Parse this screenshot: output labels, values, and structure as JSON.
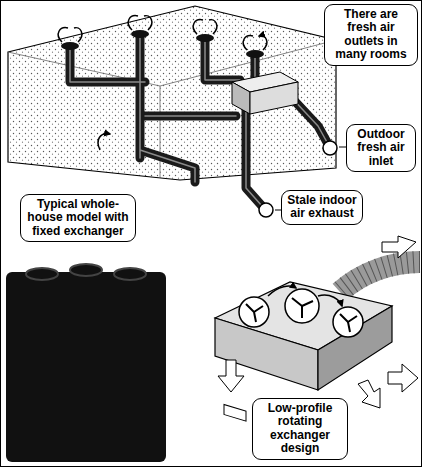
{
  "diagram": {
    "nodes": [
      {
        "text": [
          "There are fresh air outlets in many rooms"
        ]
      },
      {
        "text": [
          "Outdoor fresh air inlet"
        ]
      },
      {
        "text": [
          "Stale indoor air exhaust"
        ]
      },
      {
        "text": [
          "Typical whole-house model with fixed exchanger"
        ]
      },
      {
        "text": [
          "Low-profile rotating exchanger design"
        ]
      }
    ]
  }
}
